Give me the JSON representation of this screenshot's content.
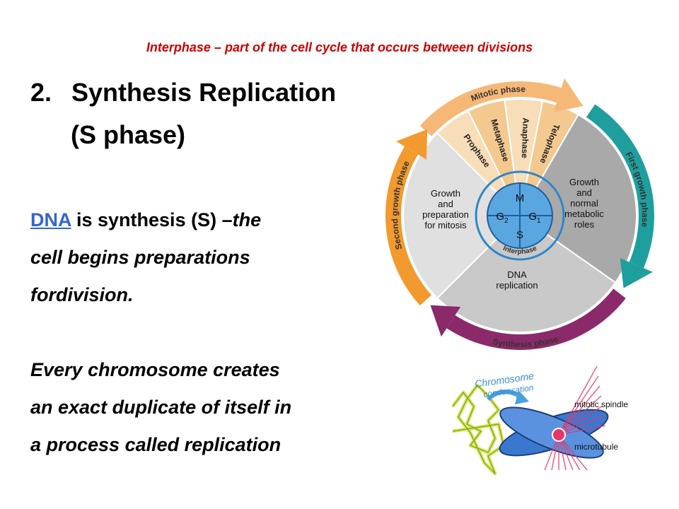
{
  "slide": {
    "subtitle": "Interphase – part of the cell cycle that occurs between divisions",
    "heading_number": "2.",
    "heading_line1": "Synthesis Replication",
    "heading_line2": "(S phase)",
    "body": {
      "link_text": "DNA",
      "line1_rest": " is synthesis (S) –",
      "line1_italic": "the",
      "line2": "cell begins preparations",
      "line3": "fordivision.",
      "para2": [
        "Every chromosome creates",
        "an exact duplicate of itself in",
        "a process called replication"
      ]
    }
  },
  "cycle_diagram": {
    "outer_labels": {
      "mitotic_phase": "Mitotic phase",
      "first_growth_phase": "First growth phase",
      "synthesis_phase": "Synthesis phase",
      "second_growth_phase": "Second growth phase"
    },
    "mitosis_stages": [
      "Prophase",
      "Metaphase",
      "Anaphase",
      "Telophase"
    ],
    "sectors": {
      "g1": [
        "Growth",
        "and",
        "normal",
        "metabolic",
        "roles"
      ],
      "s": [
        "DNA",
        "replication"
      ],
      "g2": [
        "Growth",
        "and",
        "preparation",
        "for mitosis"
      ]
    },
    "center": {
      "m": "M",
      "g1": "G",
      "g1_sub": "1",
      "s": "S",
      "g2": "G",
      "g2_sub": "2",
      "interphase": "Interphase"
    },
    "colors": {
      "mitotic": "#f6b877",
      "first_growth": "#1f9e9e",
      "synthesis": "#8b2a6a",
      "second_growth": "#f29a2e",
      "g1_fill": "#a9a9a9",
      "s_fill": "#c9c9c9",
      "g2_fill": "#e0e0e0",
      "center": "#2f86c8"
    }
  },
  "chromosome_diagram": {
    "label_condensation_1": "Chromosome",
    "label_condensation_2": "condensation",
    "label_spindle": "mitotic spindle",
    "label_microtubule": "microtubule",
    "colors": {
      "chromosome": "#3a78d0",
      "dna_strand": "#d8e85a",
      "centrosome": "#e8356a"
    }
  }
}
